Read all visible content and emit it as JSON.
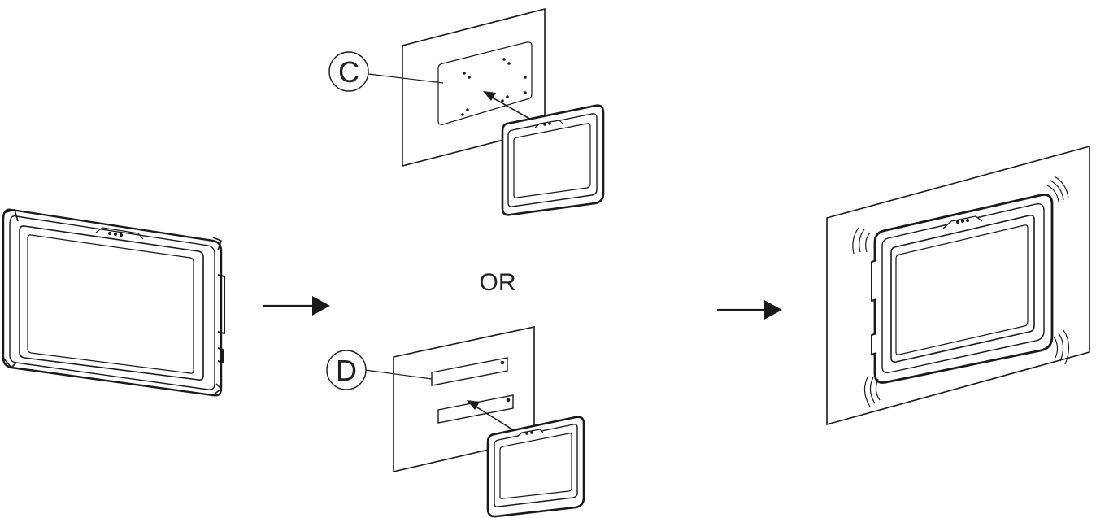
{
  "callouts": {
    "mount_c": "C",
    "mount_d": "D"
  },
  "separator": "OR",
  "colors": {
    "line": "#1a1a1a",
    "wall_fill": "#ffffff",
    "screen_fill": "#ffffff"
  }
}
